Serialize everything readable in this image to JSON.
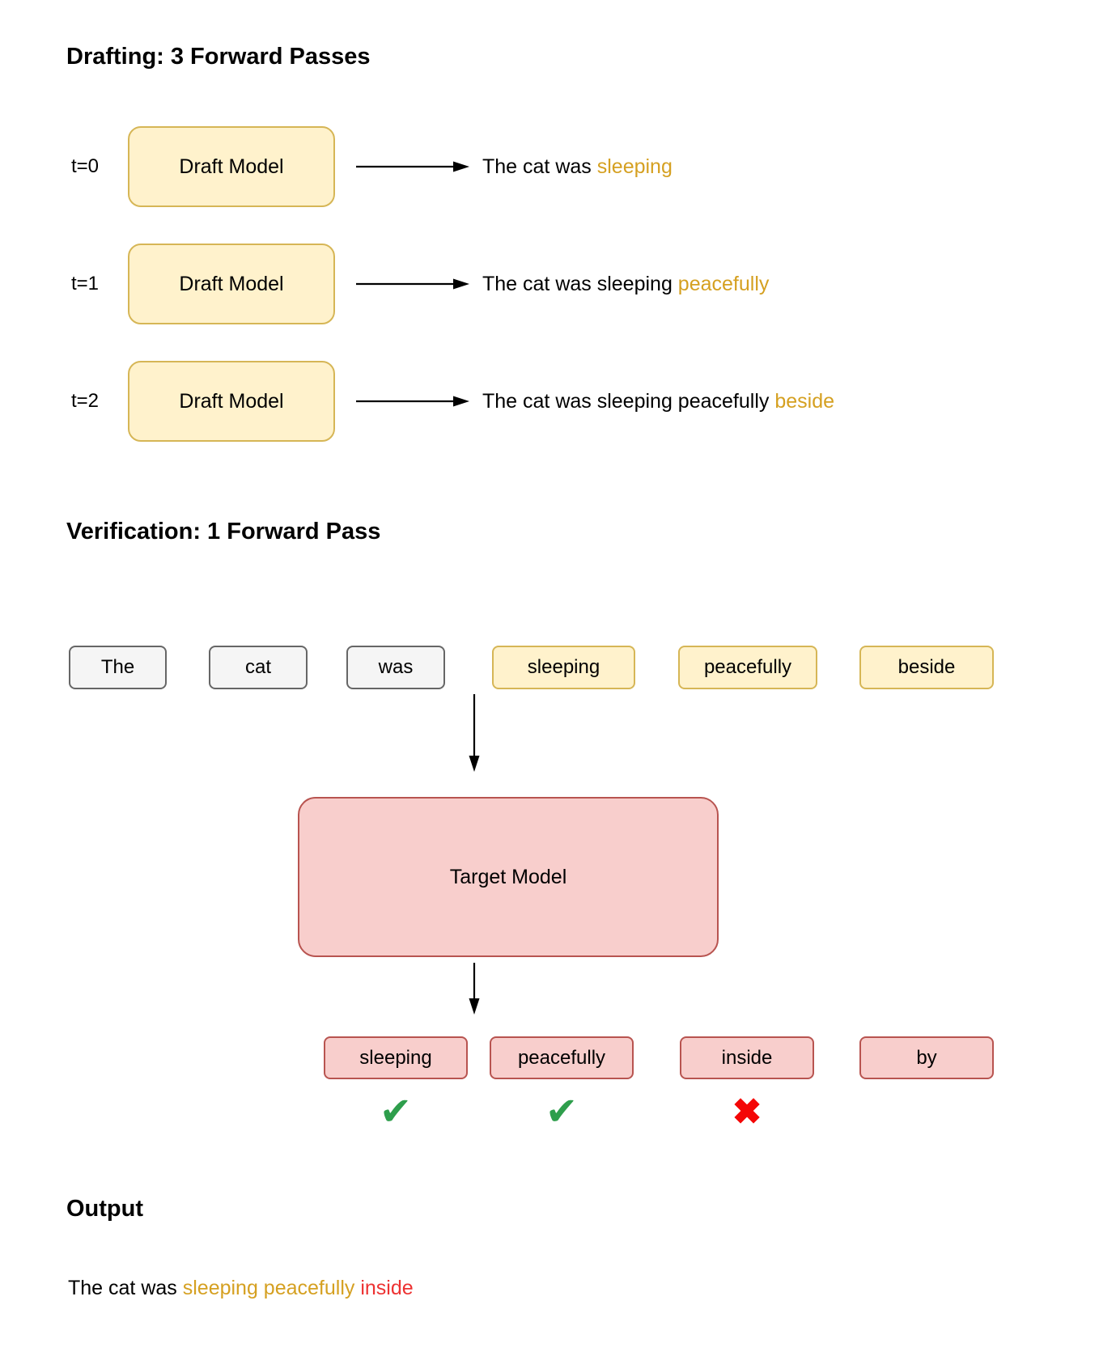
{
  "colors": {
    "draft-fill": "#FFF2CC",
    "draft-border": "#D6B656",
    "context-fill": "#F5F5F5",
    "context-border": "#666666",
    "target-fill": "#F8CECC",
    "target-border": "#B85450",
    "draft-text": "#D5A021",
    "reject-text": "#ED3232",
    "check-green": "#2E9E4C",
    "cross-red": "#F40606"
  },
  "drafting": {
    "title": "Drafting: 3 Forward Passes",
    "model_label": "Draft Model",
    "rows": [
      {
        "time": "t=0",
        "prefix": "The cat was ",
        "new_token": "sleeping"
      },
      {
        "time": "t=1",
        "prefix": "The cat was sleeping ",
        "new_token": "peacefully"
      },
      {
        "time": "t=2",
        "prefix": "The cat was sleeping peacefully ",
        "new_token": "beside"
      }
    ]
  },
  "verification": {
    "title": "Verification: 1 Forward Pass",
    "model_label": "Target Model",
    "input_tokens": [
      {
        "text": "The",
        "type": "context"
      },
      {
        "text": "cat",
        "type": "context"
      },
      {
        "text": "was",
        "type": "context"
      },
      {
        "text": "sleeping",
        "type": "draft"
      },
      {
        "text": "peacefully",
        "type": "draft"
      },
      {
        "text": "beside",
        "type": "draft"
      }
    ],
    "output_tokens": [
      {
        "text": "sleeping",
        "verdict": "accepted"
      },
      {
        "text": "peacefully",
        "verdict": "accepted"
      },
      {
        "text": "inside",
        "verdict": "rejected"
      },
      {
        "text": "by",
        "verdict": "unchecked"
      }
    ],
    "check_glyph": "✔",
    "cross_glyph": "✖"
  },
  "output": {
    "title": "Output",
    "prefix": "The cat was ",
    "accepted": "sleeping peacefully ",
    "corrected": "inside"
  }
}
